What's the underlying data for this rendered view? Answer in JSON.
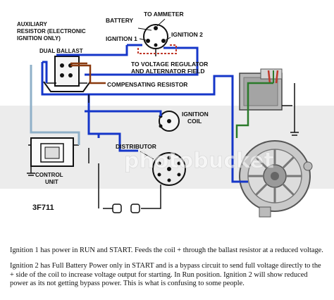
{
  "labels": {
    "battery": "BATTERY",
    "to_ammeter": "TO AMMETER",
    "ignition1": "IGNITION 1",
    "ignition2": "IGNITION 2",
    "aux_line1": "AUXILIARY",
    "aux_line2": "RESISTOR (ELECTRONIC",
    "aux_line3": "IGNITION ONLY)",
    "dual_ballast": "DUAL BALLAST",
    "to_vr_line1": "TO VOLTAGE REGULATOR",
    "to_vr_line2": "AND ALTERNATOR FIELD",
    "comp_resistor": "COMPENSATING RESISTOR",
    "ignition_coil_line1": "IGNITION",
    "ignition_coil_line2": "COIL",
    "distributor": "DISTRIBUTOR",
    "control_unit_line1": "CONTROL",
    "control_unit_line2": "UNIT",
    "figure_code": "3F711",
    "watermark": "photobucket"
  },
  "captions": {
    "p1": "Ignition 1 has power in RUN and START.   Feeds the coil + through the ballast resistor at a reduced voltage.",
    "p2": "Ignition 2 has Full Battery Power only in START and is a bypass circuit to send full voltage directly to the + side of the coil to increase voltage output for starting.   In Run position. Ignition 2 will show reduced power as its not getting bypass power.  This is what is confusing to some people."
  },
  "colors": {
    "blue_wire": "#1536c9",
    "brown_wire": "#8a3a0f",
    "light_blue_wire": "#8fb0c8",
    "green_wire": "#2a7a2a",
    "red_dashed_wire": "#c0392b",
    "watermark_band": "#e3e3e3"
  }
}
